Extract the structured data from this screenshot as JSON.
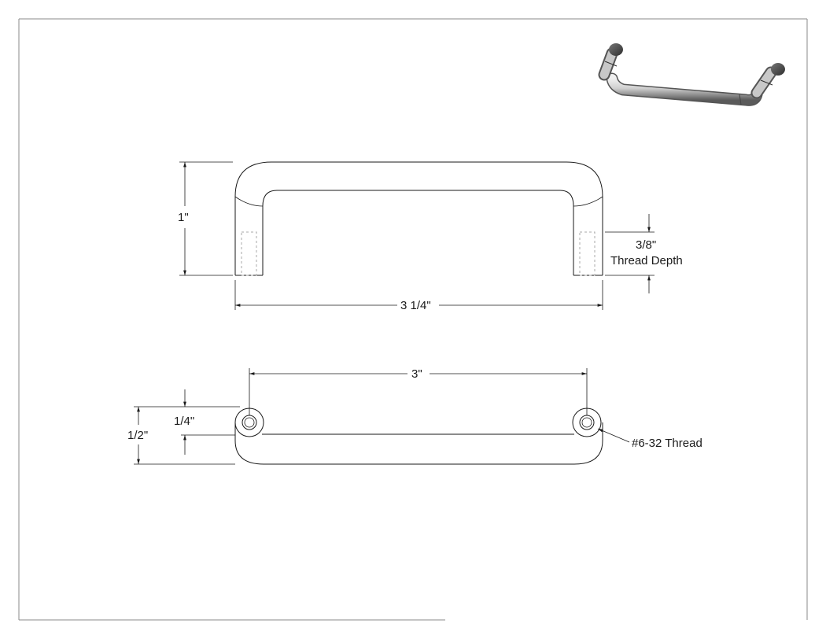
{
  "drawing": {
    "front_view": {
      "height_label": "1\"",
      "width_label": "3 1/4\"",
      "thread_depth_value": "3/8\"",
      "thread_depth_caption": "Thread Depth"
    },
    "top_view": {
      "center_label": "3\"",
      "depth_label": "1/2\"",
      "offset_label": "1/4\"",
      "thread_label": "#6-32 Thread"
    }
  },
  "colors": {
    "line": "#1a1a1a",
    "frame": "#8a8a8a",
    "hidden_line": "#aaaaaa",
    "handle_light": "#d4d4d4",
    "handle_dark": "#4a4a4a"
  }
}
